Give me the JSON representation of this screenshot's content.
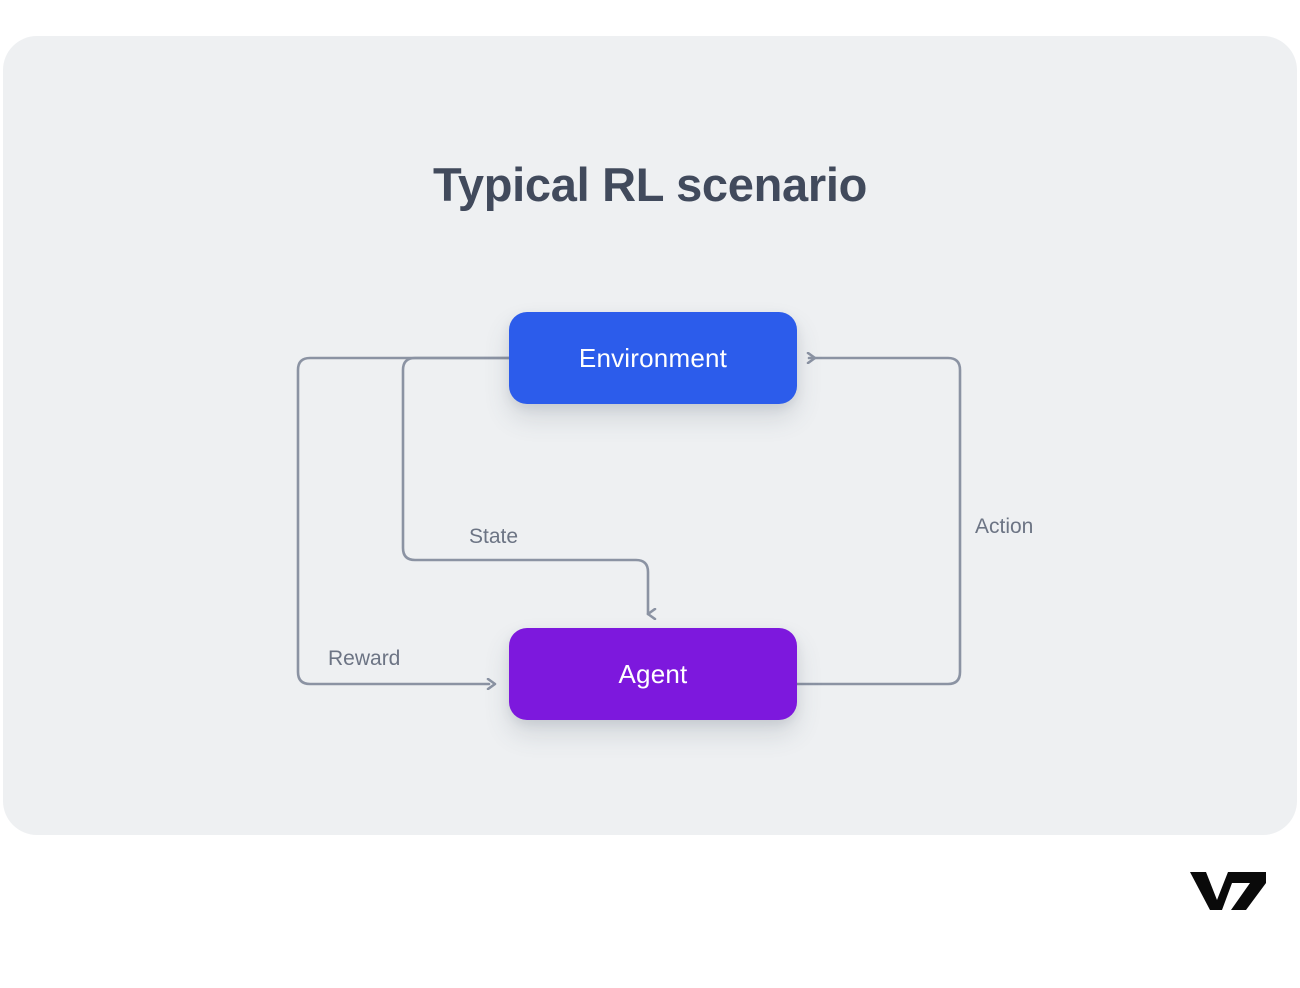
{
  "diagram": {
    "title": "Typical RL scenario",
    "type": "flow-cycle",
    "background_color": "#eef0f2",
    "page_background": "#ffffff",
    "title_color": "#414a5c",
    "edge_color": "#8b93a3",
    "label_color": "#6c7484",
    "nodes": [
      {
        "id": "environment",
        "label": "Environment",
        "color": "#2c5ceb",
        "text_color": "#ffffff"
      },
      {
        "id": "agent",
        "label": "Agent",
        "color": "#7d18dd",
        "text_color": "#ffffff"
      }
    ],
    "edges": [
      {
        "id": "state",
        "label": "State",
        "from": "environment",
        "to": "agent"
      },
      {
        "id": "reward",
        "label": "Reward",
        "from": "environment",
        "to": "agent"
      },
      {
        "id": "action",
        "label": "Action",
        "from": "agent",
        "to": "environment"
      }
    ]
  },
  "branding": {
    "logo_text": "V7",
    "logo_color": "#0a0a0a"
  }
}
